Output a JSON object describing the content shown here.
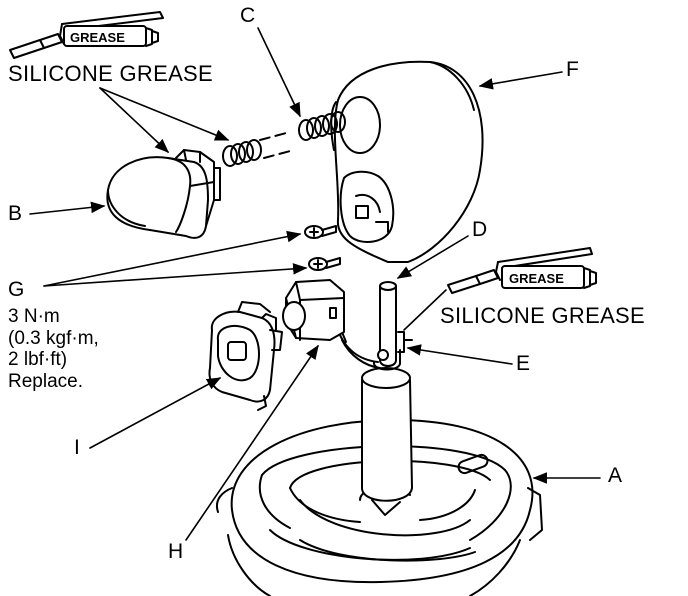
{
  "grease_left": {
    "tube_label": "GREASE",
    "caption": "SILICONE GREASE"
  },
  "grease_right": {
    "tube_label": "GREASE",
    "caption": "SILICONE GREASE"
  },
  "labels": {
    "a": "A",
    "b": "B",
    "c": "C",
    "d": "D",
    "e": "E",
    "f": "F",
    "g": "G",
    "h": "H",
    "i": "I"
  },
  "torque_spec": {
    "line1": "3 N·m",
    "line2": "(0.3 kgf·m,",
    "line3": "2 lbf·ft)",
    "line4": "Replace."
  }
}
